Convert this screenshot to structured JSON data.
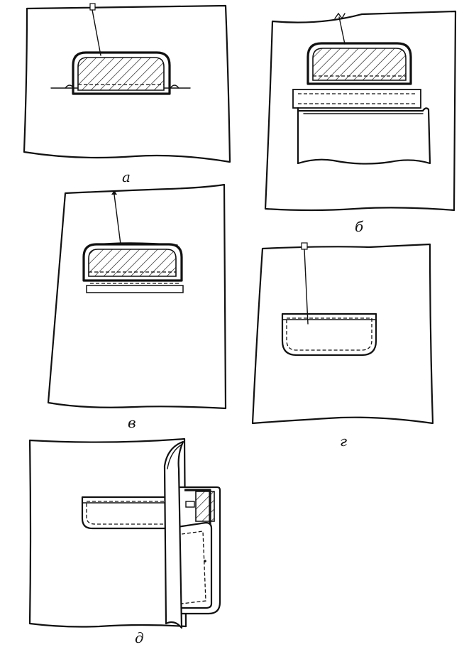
{
  "labels": {
    "a": "а",
    "b": "б",
    "v": "в",
    "g": "г",
    "d": "д"
  }
}
